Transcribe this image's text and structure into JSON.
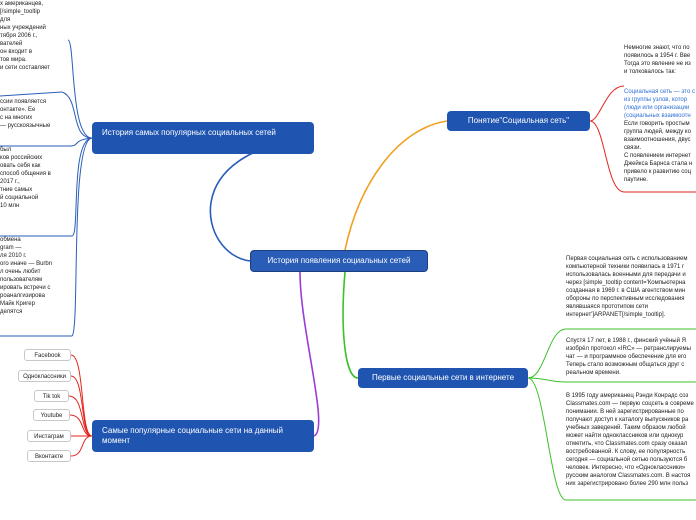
{
  "central": {
    "label": "История появления социальных сетей"
  },
  "branches": {
    "history": {
      "label": "История самых популярных социальных сетей",
      "color": "#2a5db8"
    },
    "concept": {
      "label": "Понятие\"Социальная сеть\"",
      "color": "#f0a020"
    },
    "popular": {
      "label": "Самые популярные социальные сети на данный момент",
      "color": "#9c3bd6"
    },
    "first": {
      "label": "Первые социальные сети в интернете",
      "color": "#3cc02a"
    }
  },
  "popular_list": [
    "Facebook",
    "Одноклассники",
    "Tik tok",
    "Youtube",
    "Инстаграм",
    "Вконтакте"
  ],
  "history_texts": [
    "х американцев,\n[/simple_tooltip\nдля\nных учреждений\nтября 2006 г.,\nвателей\nон входит в\nтов мира.\nи сети составляет",
    "ссии появляется\nонтакте». Ее\nс на многих\n— русскоязычные",
    "был\nков российских\nовать себя как\nспособ общения в\n2017 г.,\nтние самых\nй социальной\n10 млн",
    "обмена\ngram —\nля 2010 г.\nого иначе — Burbn\nл очень любит\nпользователям\nировать встречи с\nроаналгизирова\nМайк Кригер\nделятся"
  ],
  "concept_texts": {
    "intro": "Немногие знают, что по\nпоявилось в 1954 г. Вве\nТогда это явление не из\nи толковалось так:",
    "definition_blue": "Социальная сеть — это с\nиз группы узлов, котор\n(люди или организации\n(социальных взаимоотн",
    "definition_rest": "Если говорить простым\nгруппа людей, между ко\nвзаимоотношения, двус\nсвязи.\nС появлением интернет\nДжейкса Барнса стала н\nпривело к развитию соц\nпаутине."
  },
  "first_texts": [
    "Первая социальная сеть с использованием\nкомпьютерной техники появилась в 1971 г\nиспользовалась военными для передачи и\nчерез [simple_tooltip content='Компьютерна\nсозданная в 1969 г. в США агентством мин\nобороны по перспективным исследования\nявлявшаяся прототипом сети\nинтернет']ARPANET[/simple_tooltip].",
    "Спустя 17 лет, в 1988 г., финский учёный Я\nизобрёл протокол «IRC» — ретранслируемы\nчат — и программное обеспечение для его\nТеперь стало возможным общаться друг с\nреальном времени.",
    "В 1995 году американец Рэнди Конрадс соз\nClassmates.com — первую соцсеть в совреме\nпонимании. В ней зарегистрированные по\nполучают доступ к каталогу выпускников ра\nучебных заведений. Таким образом любой\nможет найти одноклассников или однокур\nотметить, что Classmates.com сразу оказал\nвостребованной. К слову, ее популярность\nсегодня — социальной сетью пользуются б\nчеловек. Интересно, что «Одноклассники»\nрусским аналогом Classmates.com. В настоя\nних зарегистрировано более 290 млн польз"
  ]
}
